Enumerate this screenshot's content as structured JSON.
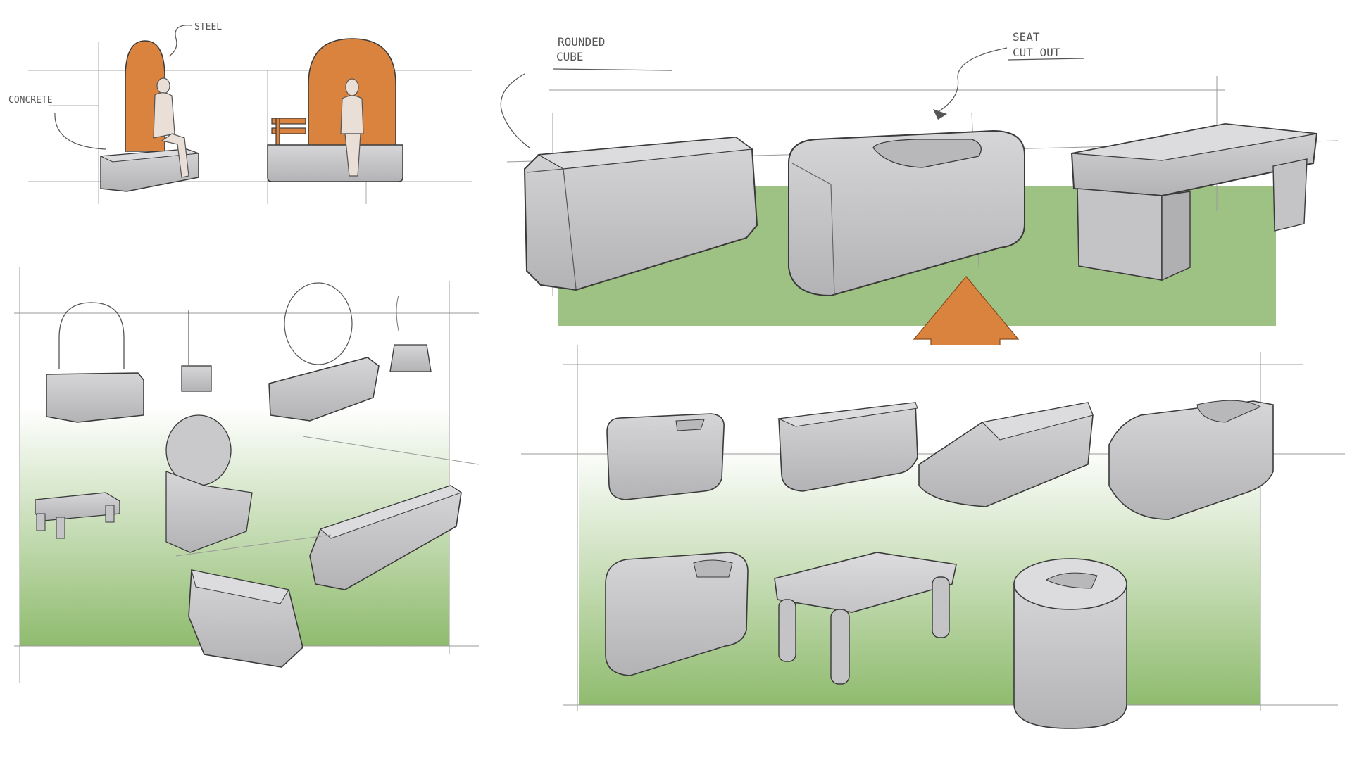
{
  "annotations": {
    "steel": "STEEL",
    "concrete": "CONCRETE",
    "rounded_cube_line1": "ROUNDED",
    "rounded_cube_line2": "CUBE",
    "seat_cutout_line1": "SEAT",
    "seat_cutout_line2": "CUT OUT"
  },
  "colors": {
    "accent_orange": "#d9833f",
    "green_ground": "#9ec283",
    "concrete_gray": "#c9c9cb",
    "ink": "#3a3a3a"
  },
  "icons": {
    "arrow": "up-arrow-icon"
  }
}
